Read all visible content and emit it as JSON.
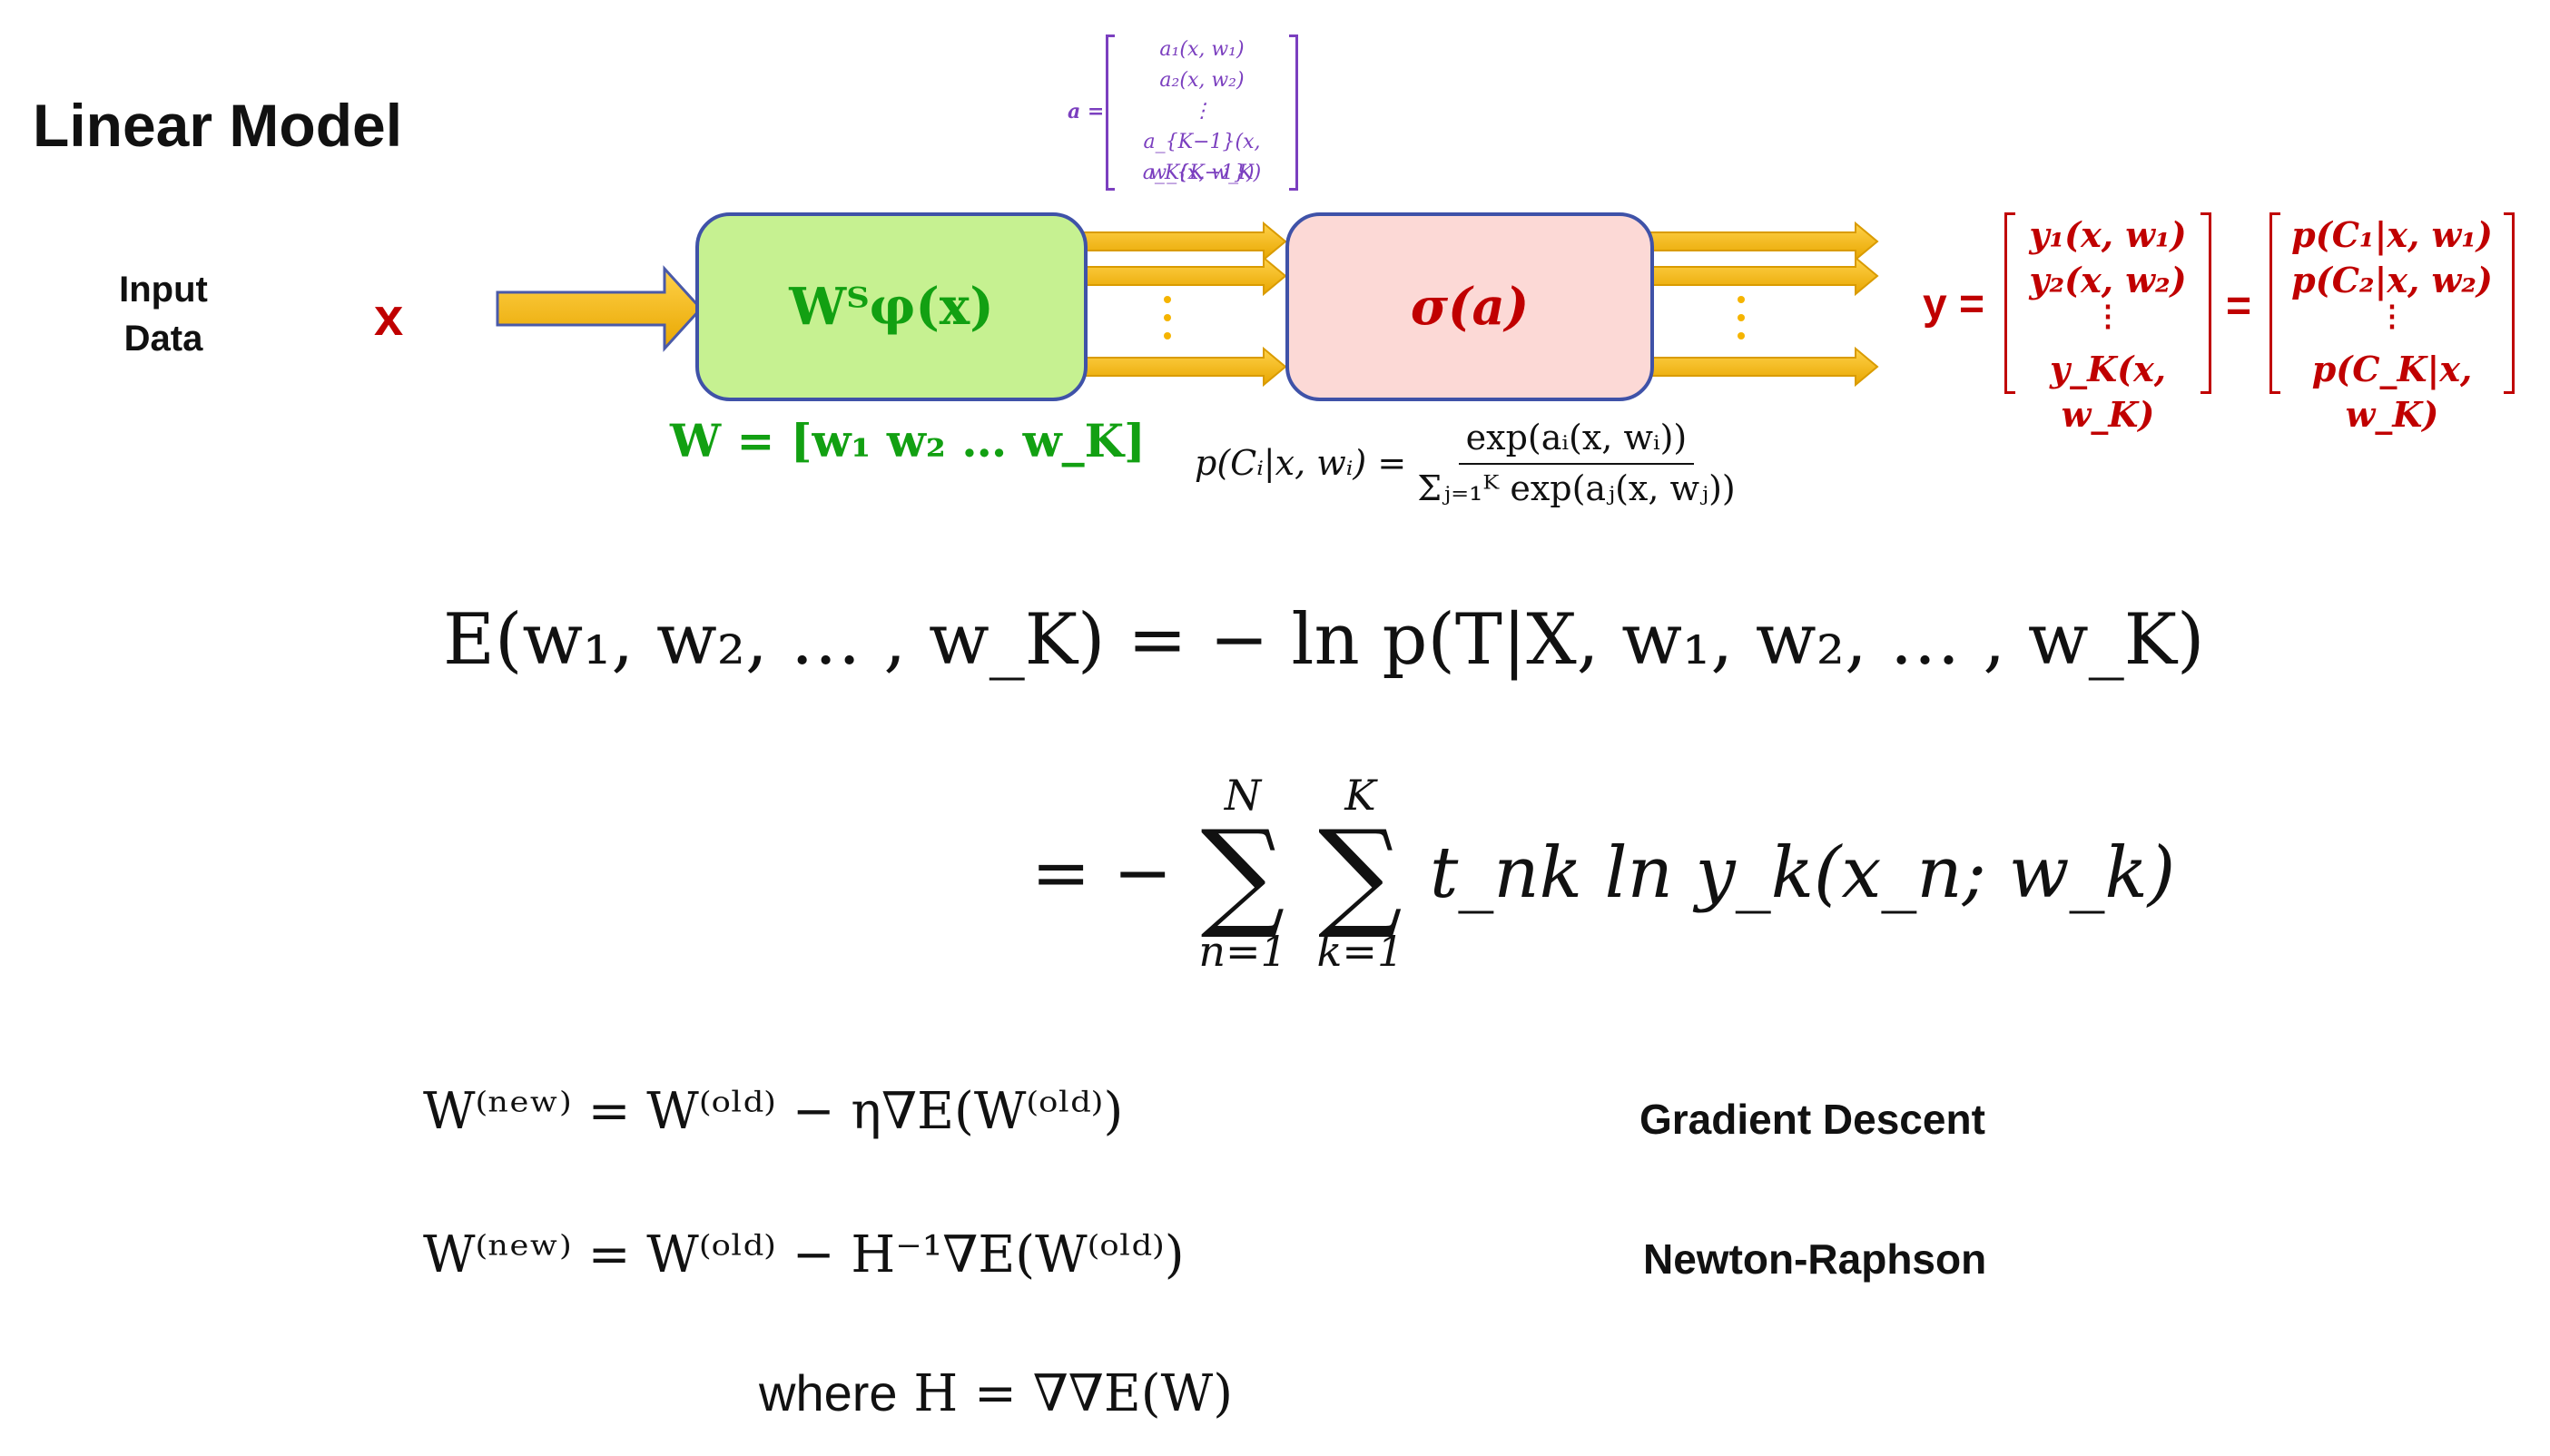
{
  "title": "Linear Model",
  "input": {
    "label": "Input Data",
    "symbol": "x"
  },
  "linear_block": {
    "expression": "Wᵀφ(x)",
    "weights_definition": "W = [w₁ w₂ … w_K]"
  },
  "activation_vector": {
    "label": "a =",
    "rows": [
      "a₁(x, w₁)",
      "a₂(x, w₂)",
      "⋮",
      "a_{K−1}(x, w_{K−1})",
      "a_K(x, w_K)"
    ]
  },
  "softmax_block": {
    "expression": "σ(a)"
  },
  "softmax_formula": {
    "lhs": "p(Cᵢ|x, wᵢ) =",
    "numerator": "exp(aᵢ(x, wᵢ))",
    "denominator": "Σⱼ₌₁ᴷ exp(aⱼ(x, wⱼ))"
  },
  "output": {
    "label": "y =",
    "y_rows": [
      "y₁(x, w₁)",
      "y₂(x, w₂)",
      "⋮",
      "y_K(x, w_K)"
    ],
    "equals": "=",
    "p_rows": [
      "p(C₁|x, w₁)",
      "p(C₂|x, w₂)",
      "⋮",
      "p(C_K|x, w_K)"
    ]
  },
  "error_function": {
    "line1": "E(w₁, w₂, … , w_K) = − ln p(T|X, w₁, w₂, … , w_K)",
    "line2_prefix": "= −",
    "sum1_upper": "N",
    "sum1_lower": "n=1",
    "sum2_upper": "K",
    "sum2_lower": "k=1",
    "sigma": "∑",
    "summand": "t_nk ln y_k(x_n; w_k)"
  },
  "updates": {
    "gradient_descent": {
      "equation": "W⁽ⁿᵉʷ⁾ = W⁽ᵒˡᵈ⁾ − η∇E(W⁽ᵒˡᵈ⁾)",
      "label": "Gradient Descent"
    },
    "newton_raphson": {
      "equation": "W⁽ⁿᵉʷ⁾ = W⁽ᵒˡᵈ⁾ − H⁻¹∇E(W⁽ᵒˡᵈ⁾)",
      "label": "Newton-Raphson"
    },
    "hessian": {
      "prefix": "where",
      "equation": "H = ∇∇E(W)"
    }
  },
  "colors": {
    "arrow_fill": "#f5b400",
    "arrow_stroke": "#4a5aa8",
    "linear_fill": "#c6f191",
    "linear_text": "#12a012",
    "softmax_fill": "#fcd9d6",
    "output_red": "#c00000",
    "activation_purple": "#7b3fbf"
  }
}
